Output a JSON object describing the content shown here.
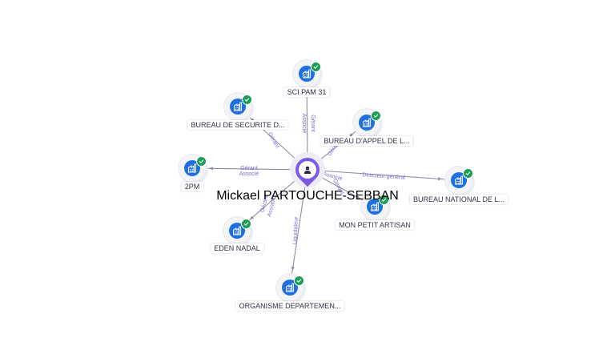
{
  "center": {
    "name": "Mickael PARTOUCHE-SEBBAN",
    "icon": "person-icon",
    "color": "#7c5ce6"
  },
  "companies": [
    {
      "id": "sci",
      "name": "SCI PAM 31",
      "icon": "building-icon",
      "verified": true
    },
    {
      "id": "bsd",
      "name": "BUREAU DE SECURITE D...",
      "icon": "building-icon",
      "verified": true
    },
    {
      "id": "bal",
      "name": "BUREAU D'APPEL DE L...",
      "icon": "building-icon",
      "verified": true
    },
    {
      "id": "pm2",
      "name": "2PM",
      "icon": "building-icon",
      "verified": true
    },
    {
      "id": "bnl",
      "name": "BUREAU NATIONAL DE L...",
      "icon": "building-icon",
      "verified": true
    },
    {
      "id": "mpa",
      "name": "MON PETIT ARTISAN",
      "icon": "building-icon",
      "verified": true
    },
    {
      "id": "eden",
      "name": "EDEN NADAL",
      "icon": "building-icon",
      "verified": true
    },
    {
      "id": "org",
      "name": "ORGANISME DEPARTEMEN...",
      "icon": "building-icon",
      "verified": true
    }
  ],
  "relations": [
    {
      "target": "sci",
      "labels": [
        "Gérant",
        "Associé"
      ]
    },
    {
      "target": "bsd",
      "labels": [
        "Gérant"
      ]
    },
    {
      "target": "bal",
      "labels": [
        "Gérant"
      ]
    },
    {
      "target": "pm2",
      "labels": [
        "Gérant",
        "Associé"
      ]
    },
    {
      "target": "bnl",
      "labels": [
        "Directeur général"
      ]
    },
    {
      "target": "mpa",
      "labels": [
        "Associé",
        "Gérant"
      ]
    },
    {
      "target": "eden",
      "labels": [
        "Gérant",
        "Associé"
      ]
    },
    {
      "target": "org",
      "labels": [
        "Liquidateur"
      ]
    }
  ],
  "colors": {
    "company": "#1e6fe0",
    "verified": "#1a9e55",
    "edge": "#8e8ba6",
    "edge_label": "#7a6fd0"
  }
}
